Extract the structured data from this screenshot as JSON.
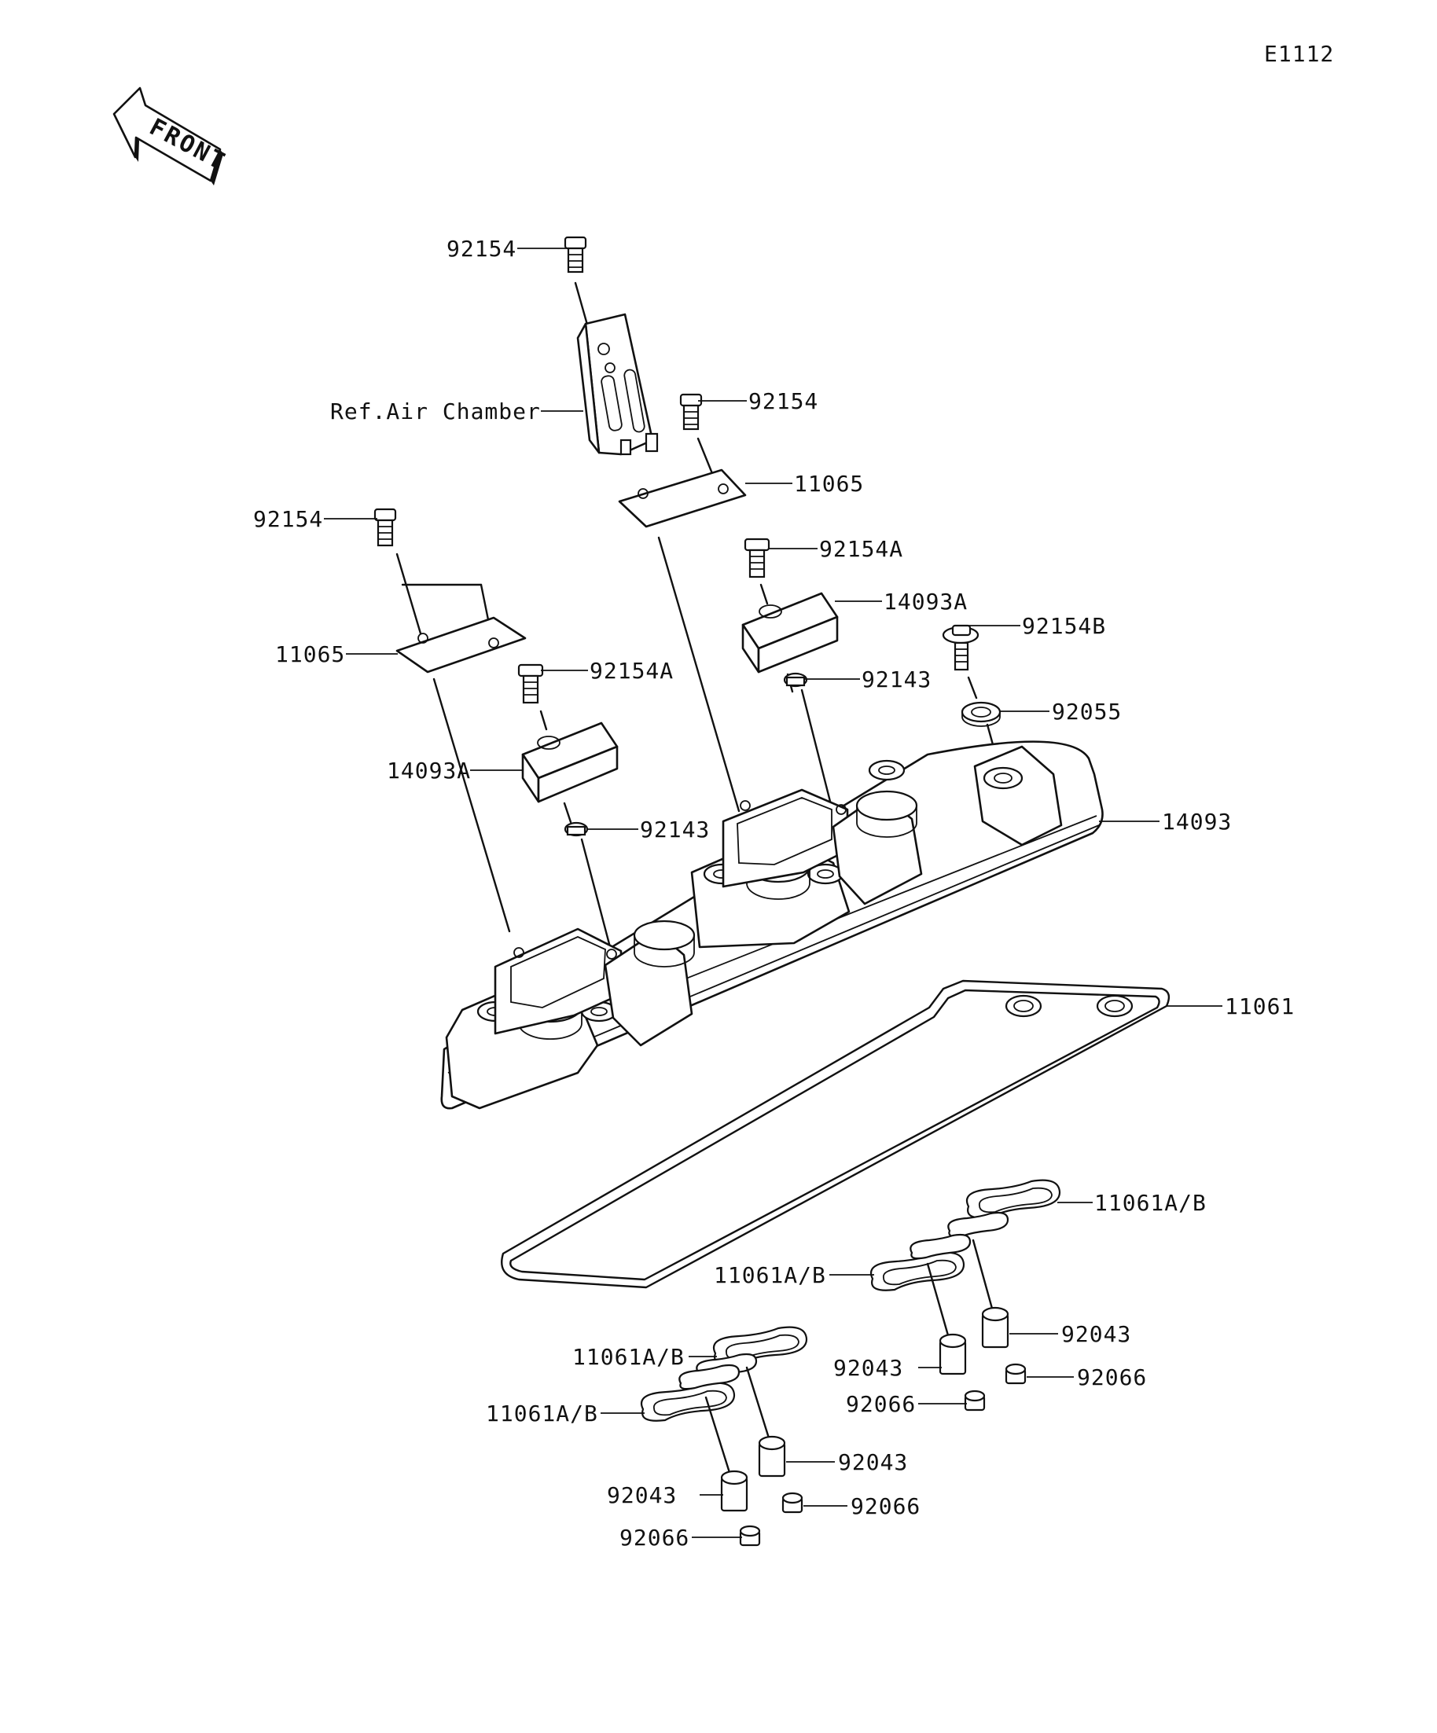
{
  "figure_code": "E1112",
  "front_arrow_text": "FRONT",
  "parts": {
    "bolt_top": "92154",
    "air_chamber_ref": "Ref.Air Chamber",
    "bolt_right_top": "92154",
    "cover_top": "11065",
    "bolt_left": "92154",
    "bolt_a_right": "92154A",
    "cap_a_right": "14093A",
    "bolt_b": "92154B",
    "washer_right": "92143",
    "cover_left": "11065",
    "bolt_a_left": "92154A",
    "seal_92055": "92055",
    "cap_a_left": "14093A",
    "head_cover": "14093",
    "washer_left": "92143",
    "gasket": "11061",
    "seal_1": "11061A/B",
    "seal_2": "11061A/B",
    "collar_1": "92043",
    "seal_3": "11061A/B",
    "collar_2": "92043",
    "grommet_1": "92066",
    "seal_4": "11061A/B",
    "grommet_2": "92066",
    "collar_3": "92043",
    "collar_4": "92043",
    "grommet_3": "92066",
    "grommet_4": "92066"
  }
}
